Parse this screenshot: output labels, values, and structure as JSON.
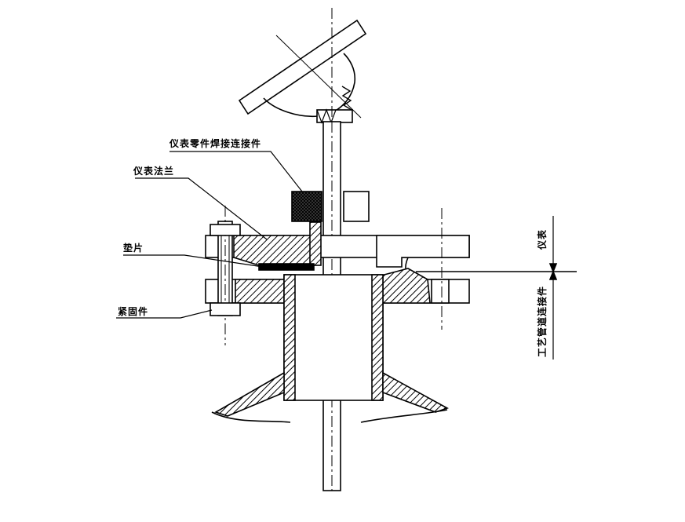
{
  "labels": {
    "fitting": "仪表零件焊接连接件",
    "instrument_flange": "仪表法兰",
    "gasket": "垫片",
    "fastener": "紧固件",
    "instrument": "仪表",
    "process_connection": "工艺管道连接件"
  }
}
